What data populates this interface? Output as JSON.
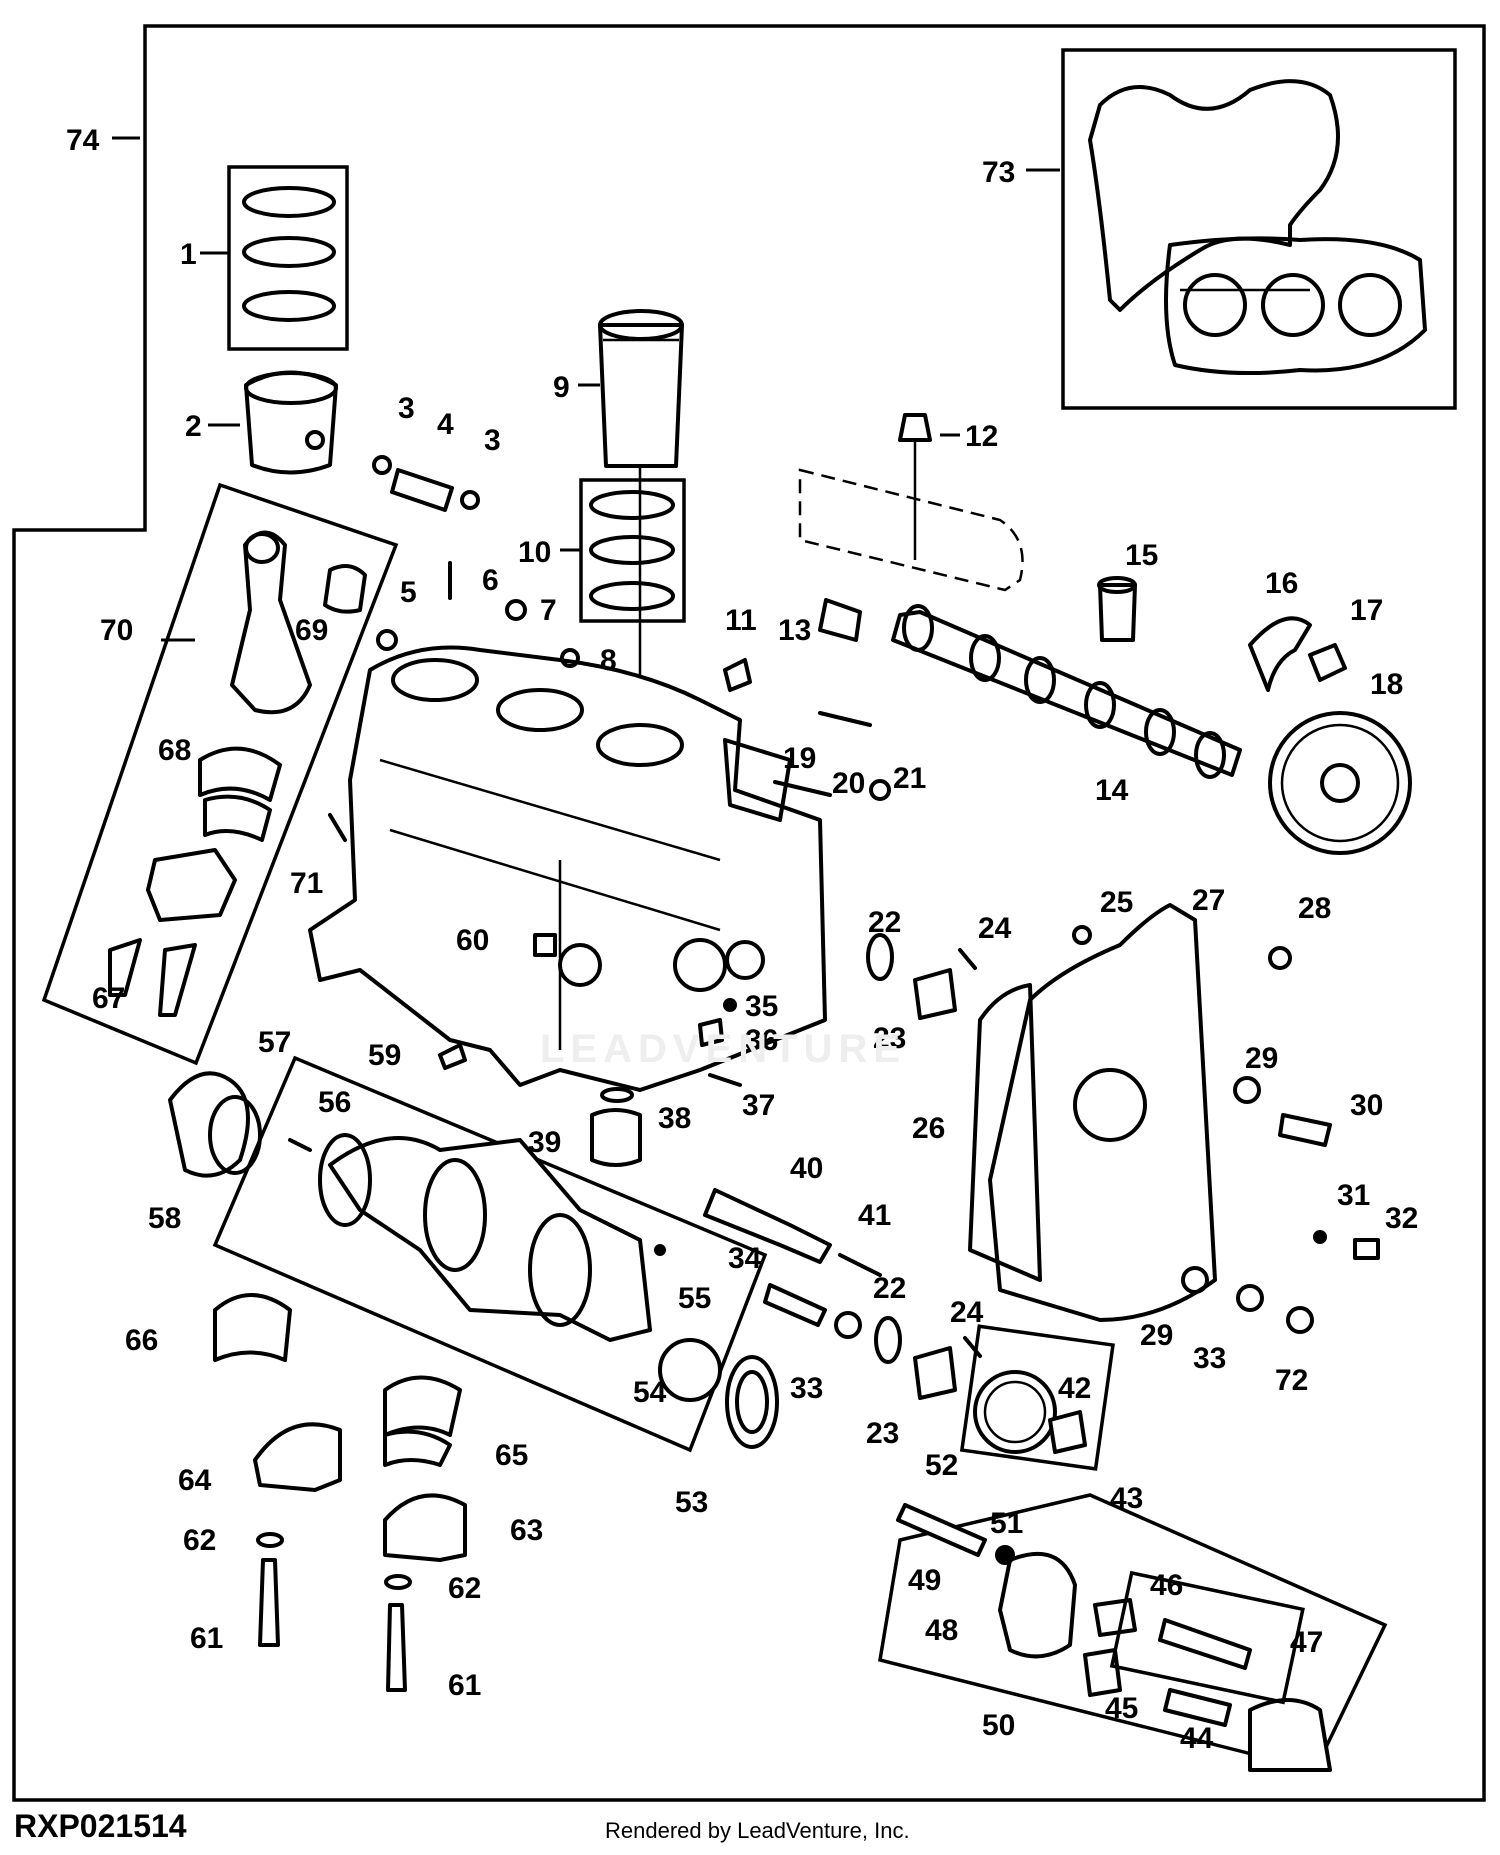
{
  "diagram": {
    "reference_code": "RXP021514",
    "credit": "Rendered by LeadVenture, Inc.",
    "watermark": "LEADVENTURE",
    "callouts": [
      "1",
      "2",
      "3",
      "3",
      "4",
      "5",
      "6",
      "7",
      "8",
      "9",
      "10",
      "11",
      "12",
      "13",
      "14",
      "15",
      "16",
      "17",
      "18",
      "19",
      "20",
      "21",
      "22",
      "22",
      "23",
      "23",
      "24",
      "24",
      "25",
      "26",
      "27",
      "28",
      "29",
      "29",
      "30",
      "31",
      "32",
      "33",
      "33",
      "34",
      "35",
      "36",
      "37",
      "38",
      "39",
      "40",
      "41",
      "42",
      "43",
      "44",
      "45",
      "46",
      "47",
      "48",
      "49",
      "50",
      "51",
      "52",
      "53",
      "54",
      "55",
      "56",
      "57",
      "58",
      "59",
      "60",
      "61",
      "61",
      "62",
      "62",
      "63",
      "64",
      "65",
      "66",
      "67",
      "68",
      "69",
      "70",
      "71",
      "72",
      "73",
      "74"
    ]
  }
}
